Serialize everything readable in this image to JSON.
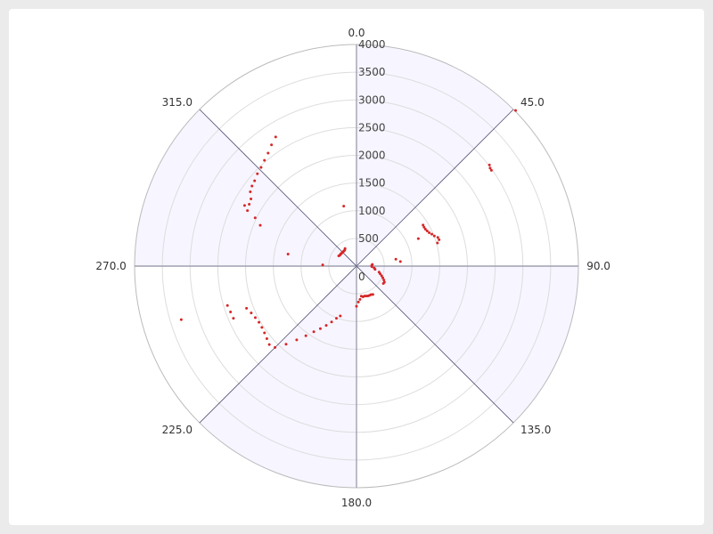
{
  "chart_data": {
    "type": "scatter",
    "subtype": "polar",
    "theta_direction": "clockwise",
    "theta_zero": "top",
    "angular_ticks": [
      "0.0",
      "45.0",
      "90.0",
      "135.0",
      "180.0",
      "225.0",
      "270.0",
      "315.0"
    ],
    "radial_ticks": [
      "0",
      "500",
      "1000",
      "1500",
      "2000",
      "2500",
      "3000",
      "3500",
      "4000"
    ],
    "radial_range": [
      0,
      4000
    ],
    "shaded_sectors_deg": [
      [
        0,
        45
      ],
      [
        90,
        135
      ],
      [
        180,
        225
      ],
      [
        270,
        315
      ]
    ],
    "colors": {
      "points": "#d62728",
      "sector_fill": "#f7f5ff",
      "grid": "#dddddd",
      "sector_lines": "#555577"
    },
    "series": [
      {
        "points": [
          {
            "theta": 45.6,
            "r": 4014
          },
          {
            "theta": 52.7,
            "r": 3012
          },
          {
            "theta": 53.7,
            "r": 2988
          },
          {
            "theta": 54.6,
            "r": 2983
          },
          {
            "theta": 58.3,
            "r": 1410
          },
          {
            "theta": 60.0,
            "r": 1406
          },
          {
            "theta": 61.8,
            "r": 1409
          },
          {
            "theta": 63.5,
            "r": 1423
          },
          {
            "theta": 65.3,
            "r": 1443
          },
          {
            "theta": 67.0,
            "r": 1475
          },
          {
            "theta": 68.8,
            "r": 1505
          },
          {
            "theta": 70.5,
            "r": 1555
          },
          {
            "theta": 72.3,
            "r": 1563
          },
          {
            "theta": 74.0,
            "r": 1518
          },
          {
            "theta": 66.0,
            "r": 1220
          },
          {
            "theta": 84.0,
            "r": 287
          },
          {
            "theta": 88.0,
            "r": 274
          },
          {
            "theta": 92.0,
            "r": 278
          },
          {
            "theta": 96.0,
            "r": 321
          },
          {
            "theta": 100.0,
            "r": 340
          },
          {
            "theta": 105.0,
            "r": 421
          },
          {
            "theta": 108.0,
            "r": 448
          },
          {
            "theta": 111.0,
            "r": 485
          },
          {
            "theta": 114.0,
            "r": 519
          },
          {
            "theta": 117.0,
            "r": 553
          },
          {
            "theta": 120.0,
            "r": 581
          },
          {
            "theta": 123.0,
            "r": 577
          },
          {
            "theta": 80.0,
            "r": 720
          },
          {
            "theta": 84.0,
            "r": 795
          },
          {
            "theta": 150.0,
            "r": 591
          },
          {
            "theta": 153.0,
            "r": 578
          },
          {
            "theta": 156.0,
            "r": 577
          },
          {
            "theta": 159.0,
            "r": 576
          },
          {
            "theta": 162.0,
            "r": 569
          },
          {
            "theta": 165.0,
            "r": 560
          },
          {
            "theta": 168.0,
            "r": 567
          },
          {
            "theta": 171.0,
            "r": 549
          },
          {
            "theta": 174.0,
            "r": 603
          },
          {
            "theta": 177.0,
            "r": 650
          },
          {
            "theta": 180.0,
            "r": 724
          },
          {
            "theta": 198.0,
            "r": 945
          },
          {
            "theta": 201.0,
            "r": 1009
          },
          {
            "theta": 204.0,
            "r": 1104
          },
          {
            "theta": 207.0,
            "r": 1202
          },
          {
            "theta": 210.0,
            "r": 1303
          },
          {
            "theta": 213.0,
            "r": 1413
          },
          {
            "theta": 216.0,
            "r": 1553
          },
          {
            "theta": 219.0,
            "r": 1713
          },
          {
            "theta": 222.0,
            "r": 1897
          },
          {
            "theta": 225.0,
            "r": 2077
          },
          {
            "theta": 228.0,
            "r": 2115
          },
          {
            "theta": 231.0,
            "r": 2079
          },
          {
            "theta": 234.0,
            "r": 2050
          },
          {
            "theta": 237.0,
            "r": 2033
          },
          {
            "theta": 240.0,
            "r": 2030
          },
          {
            "theta": 243.0,
            "r": 2047
          },
          {
            "theta": 246.0,
            "r": 2077
          },
          {
            "theta": 249.0,
            "r": 2123
          },
          {
            "theta": 247.0,
            "r": 2410
          },
          {
            "theta": 250.0,
            "r": 2416
          },
          {
            "theta": 253.0,
            "r": 2432
          },
          {
            "theta": 253.0,
            "r": 3303
          },
          {
            "theta": 272.0,
            "r": 610
          },
          {
            "theta": 280.0,
            "r": 1253
          },
          {
            "theta": 300.0,
            "r": 370
          },
          {
            "theta": 303.0,
            "r": 359
          },
          {
            "theta": 306.0,
            "r": 358
          },
          {
            "theta": 309.0,
            "r": 358
          },
          {
            "theta": 312.0,
            "r": 353
          },
          {
            "theta": 315.0,
            "r": 357
          },
          {
            "theta": 318.0,
            "r": 355
          },
          {
            "theta": 321.0,
            "r": 355
          },
          {
            "theta": 324.0,
            "r": 360
          },
          {
            "theta": 327.0,
            "r": 379
          },
          {
            "theta": 293.0,
            "r": 1885
          },
          {
            "theta": 295.5,
            "r": 2024
          },
          {
            "theta": 297.0,
            "r": 2206
          },
          {
            "theta": 298.5,
            "r": 2295
          },
          {
            "theta": 300.0,
            "r": 2233
          },
          {
            "theta": 302.5,
            "r": 2256
          },
          {
            "theta": 305.0,
            "r": 2337
          },
          {
            "theta": 307.5,
            "r": 2375
          },
          {
            "theta": 310.0,
            "r": 2397
          },
          {
            "theta": 313.0,
            "r": 2443
          },
          {
            "theta": 316.0,
            "r": 2476
          },
          {
            "theta": 319.0,
            "r": 2529
          },
          {
            "theta": 322.0,
            "r": 2588
          },
          {
            "theta": 325.0,
            "r": 2671
          },
          {
            "theta": 328.0,
            "r": 2749
          },
          {
            "theta": 348.0,
            "r": 1107
          }
        ]
      }
    ]
  }
}
